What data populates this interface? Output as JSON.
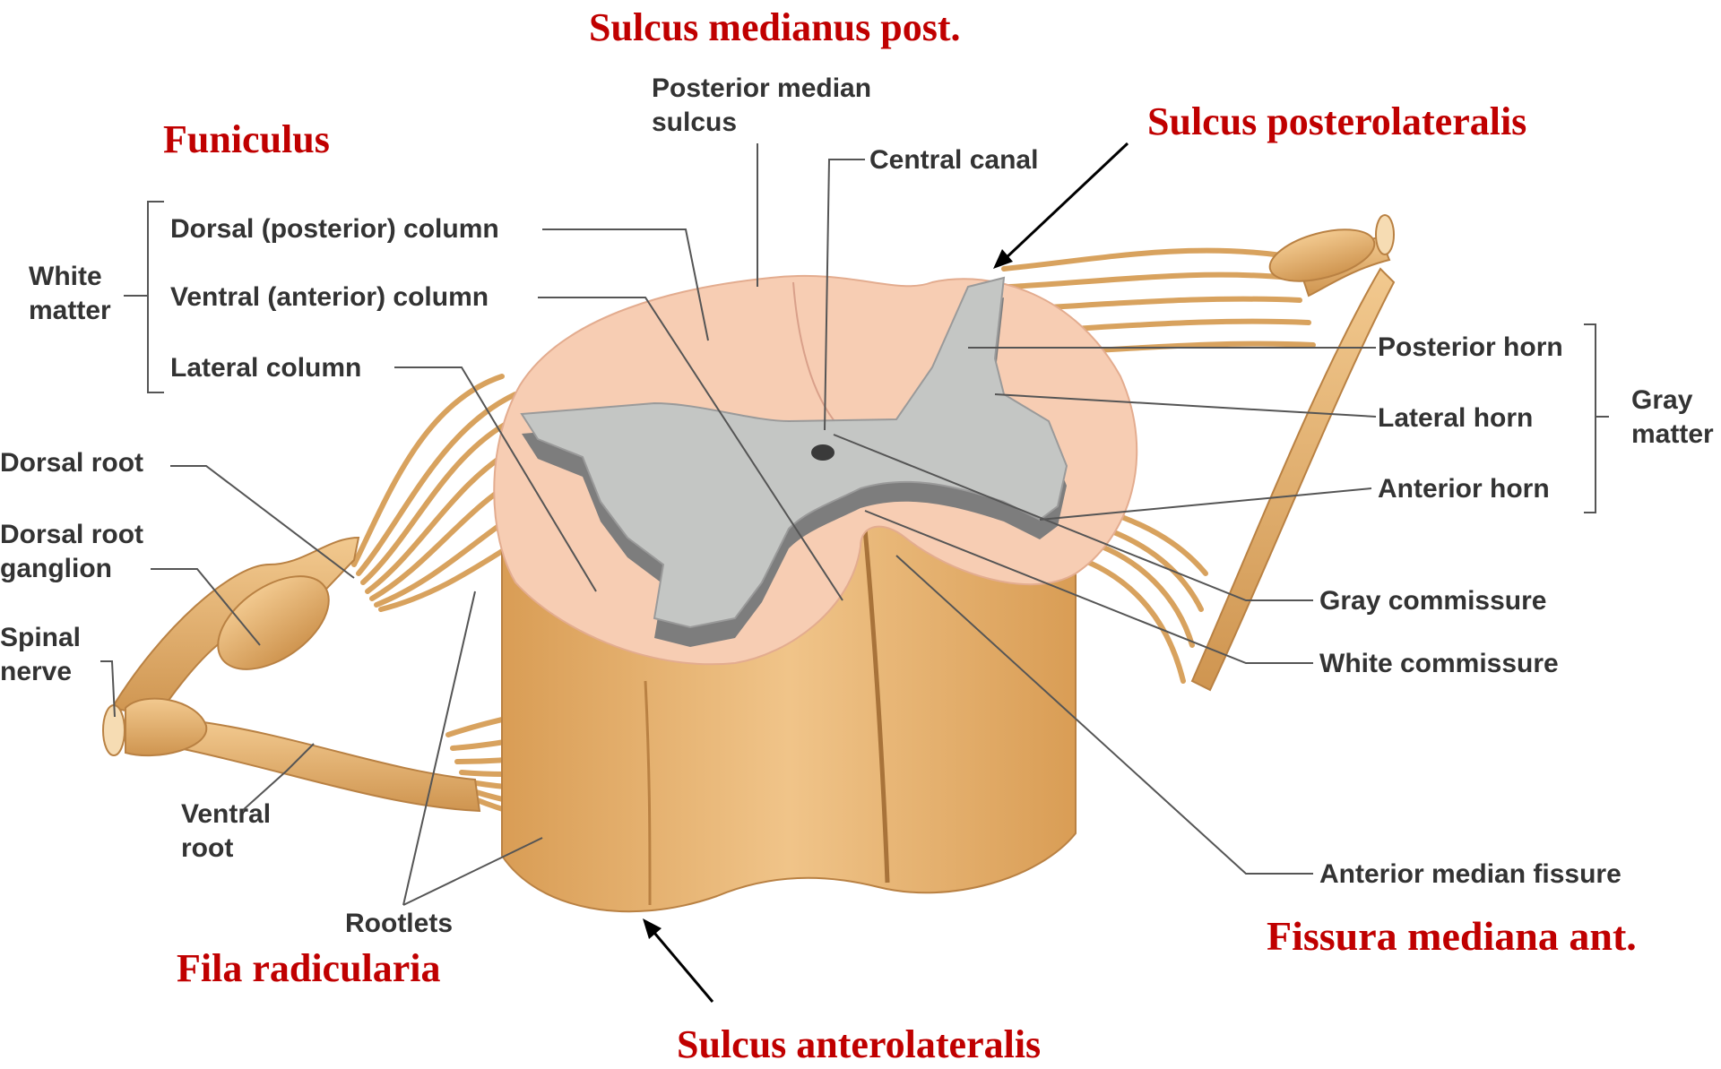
{
  "colors": {
    "latin_text": "#c00000",
    "label_text": "#333333",
    "white_matter": "#f7cdb3",
    "gray_matter": "#c4c6c4",
    "nerve": "#e0ad6a",
    "leader_line": "#555555"
  },
  "latin": {
    "sulcus_medianus_post": "Sulcus medianus post.",
    "funiculus": "Funiculus",
    "sulcus_posterolateralis": "Sulcus posterolateralis",
    "fila_radicularia": "Fila radicularia",
    "fissura_mediana_ant": "Fissura mediana ant.",
    "sulcus_anterolateralis": "Sulcus anterolateralis"
  },
  "labels": {
    "posterior_median_sulcus": "Posterior median\nsulcus",
    "central_canal": "Central canal",
    "dorsal_column": "Dorsal (posterior) column",
    "ventral_column": "Ventral (anterior) column",
    "lateral_column": "Lateral column",
    "white_matter": "White\nmatter",
    "dorsal_root": "Dorsal root",
    "dorsal_root_ganglion": "Dorsal root\nganglion",
    "spinal_nerve": "Spinal\nnerve",
    "ventral_root": "Ventral\nroot",
    "rootlets": "Rootlets",
    "posterior_horn": "Posterior horn",
    "lateral_horn": "Lateral horn",
    "anterior_horn": "Anterior horn",
    "gray_matter": "Gray\nmatter",
    "gray_commissure": "Gray commissure",
    "white_commissure": "White commissure",
    "anterior_median_fissure": "Anterior median fissure"
  }
}
